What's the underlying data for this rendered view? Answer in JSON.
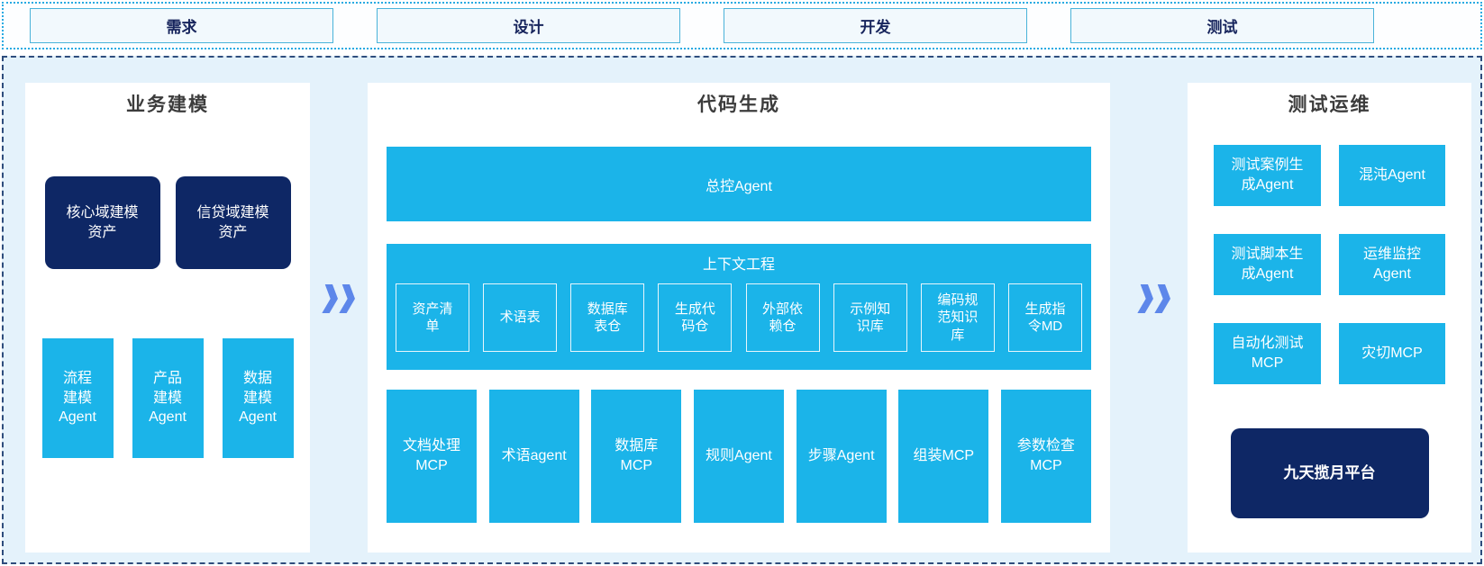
{
  "phases": [
    "需求",
    "设计",
    "开发",
    "测试"
  ],
  "left_panel": {
    "title": "业务建模",
    "asset_boxes": [
      "核心域建模\n资产",
      "信贷域建模\n资产"
    ],
    "agent_boxes": [
      "流程\n建模\nAgent",
      "产品\n建模\nAgent",
      "数据\n建模\nAgent"
    ]
  },
  "middle_panel": {
    "title": "代码生成",
    "master_agent": "总控Agent",
    "context": {
      "title": "上下文工程",
      "items": [
        "资产清\n单",
        "术语表",
        "数据库\n表仓",
        "生成代\n码仓",
        "外部依\n赖仓",
        "示例知\n识库",
        "编码规\n范知识\n库",
        "生成指\n令MD"
      ]
    },
    "mcp_row": [
      "文档处理\nMCP",
      "术语agent",
      "数据库\nMCP",
      "规则Agent",
      "步骤Agent",
      "组装MCP",
      "参数检查\nMCP"
    ]
  },
  "right_panel": {
    "title": "测试运维",
    "boxes": [
      "测试案例生\n成Agent",
      "混沌Agent",
      "测试脚本生\n成Agent",
      "运维监控\nAgent",
      "自动化测试\nMCP",
      "灾切MCP"
    ],
    "platform": "九天揽月平台"
  },
  "icons": {
    "flow_arrow": "double-chevron-right"
  },
  "colors": {
    "cyan": "#1bb4e9",
    "navy": "#0e2765",
    "container_bg": "#e4f2fb",
    "container_border": "#2e4d7d",
    "strip_border": "#27aae2",
    "phase_box_border": "#4ab3d9",
    "phase_text": "#16245c",
    "arrow_blue": "#5d87ea",
    "title_text": "#3c3c3c"
  }
}
